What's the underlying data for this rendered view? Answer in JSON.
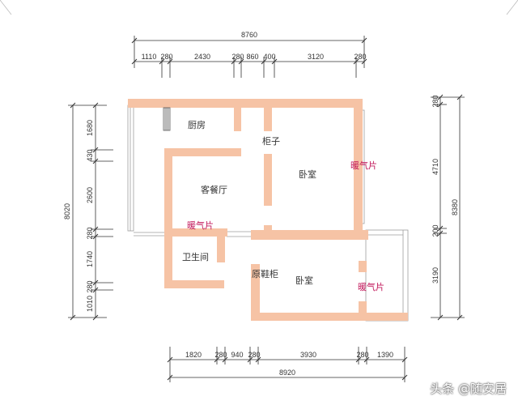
{
  "colors": {
    "wall": "#f6c3a5",
    "line": "#333333",
    "room_text": "#333333",
    "radiator_text": "#c2185b",
    "window": "#9e9e9e"
  },
  "dimensions": {
    "top_total": "8760",
    "top_segments": [
      "1110",
      "280",
      "2430",
      "280",
      "860",
      "400",
      "3120",
      "280"
    ],
    "left_total": "8020",
    "left_segments": [
      "1680",
      "430",
      "2600",
      "280",
      "1740",
      "280",
      "1010"
    ],
    "right_total": "8380",
    "right_segments": [
      "280",
      "4710",
      "200",
      "3190"
    ],
    "bottom_total": "8920",
    "bottom_segments": [
      "1820",
      "280",
      "940",
      "280",
      "3930",
      "280",
      "1390"
    ]
  },
  "rooms": {
    "kitchen": "厨房",
    "cabinet": "柜子",
    "bedroom_north": "卧室",
    "living_dining": "客餐厅",
    "bathroom": "卫生间",
    "shoe_cabinet": "原鞋柜",
    "bedroom_south": "卧室"
  },
  "radiators": {
    "north_bedroom": "暖气片",
    "living": "暖气片",
    "south_bedroom": "暖气片"
  },
  "icons": {
    "radiator_symbol": "radiator-icon"
  },
  "watermark": "头条 @随安居"
}
